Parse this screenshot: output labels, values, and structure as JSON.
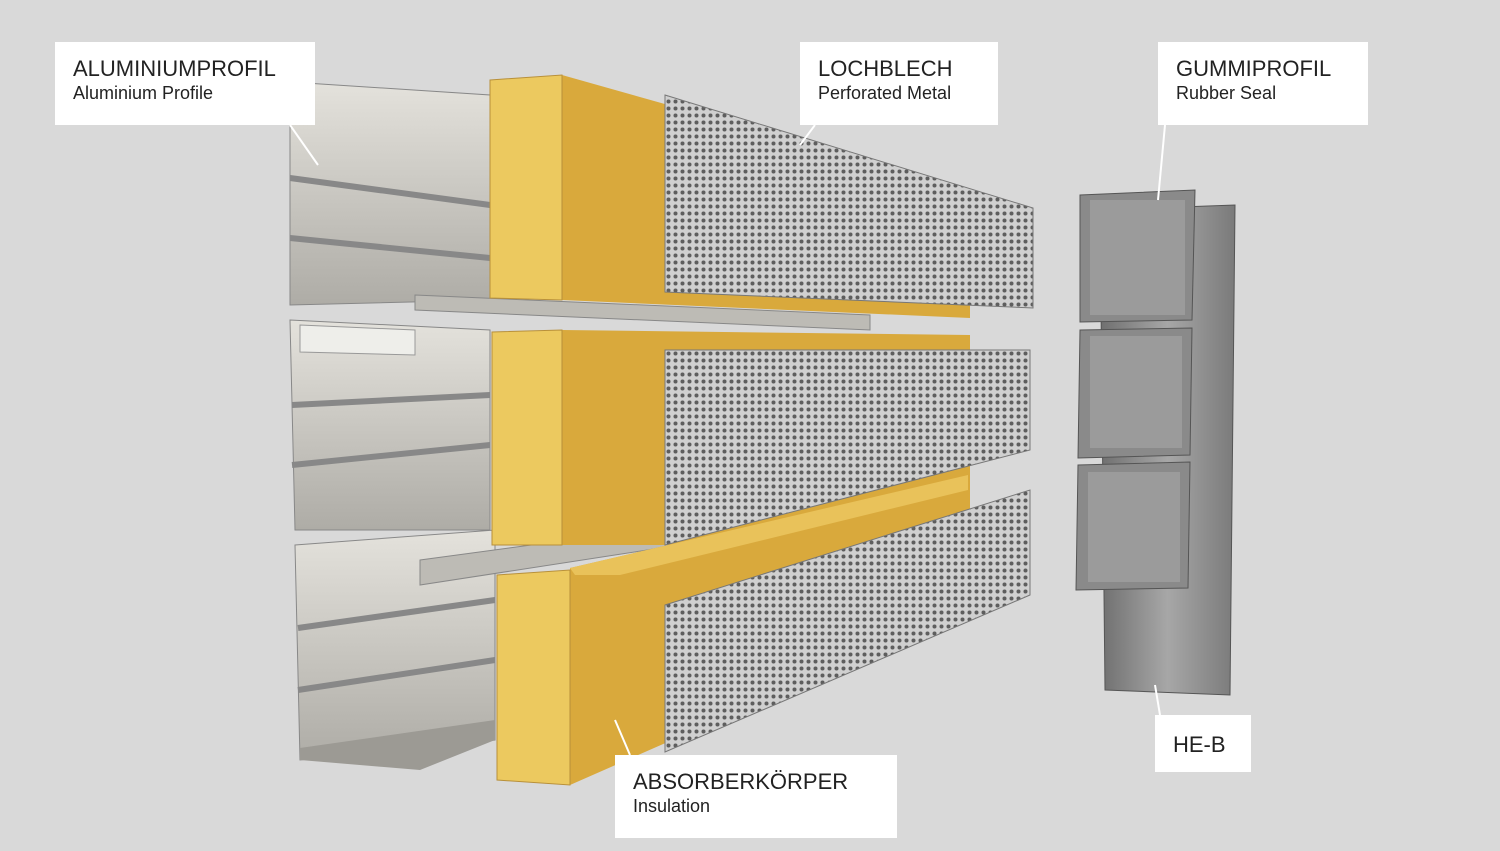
{
  "labels": {
    "aluminium": {
      "title": "ALUMINIUMPROFIL",
      "subtitle": "Aluminium Profile"
    },
    "perforated": {
      "title": "LOCHBLECH",
      "subtitle": "Perforated Metal"
    },
    "rubber": {
      "title": "GUMMIPROFIL",
      "subtitle": "Rubber Seal"
    },
    "heb": {
      "title": "HE-B"
    },
    "insulation": {
      "title": "ABSORBERKÖRPER",
      "subtitle": "Insulation"
    }
  },
  "colors": {
    "background": "#d9d9d9",
    "insulation": "#e8c45a",
    "insulation_side": "#d9a93c",
    "aluminium": "#c9c7c1",
    "perforated": "#bdbdbd",
    "seal": "#8e8e8e"
  }
}
